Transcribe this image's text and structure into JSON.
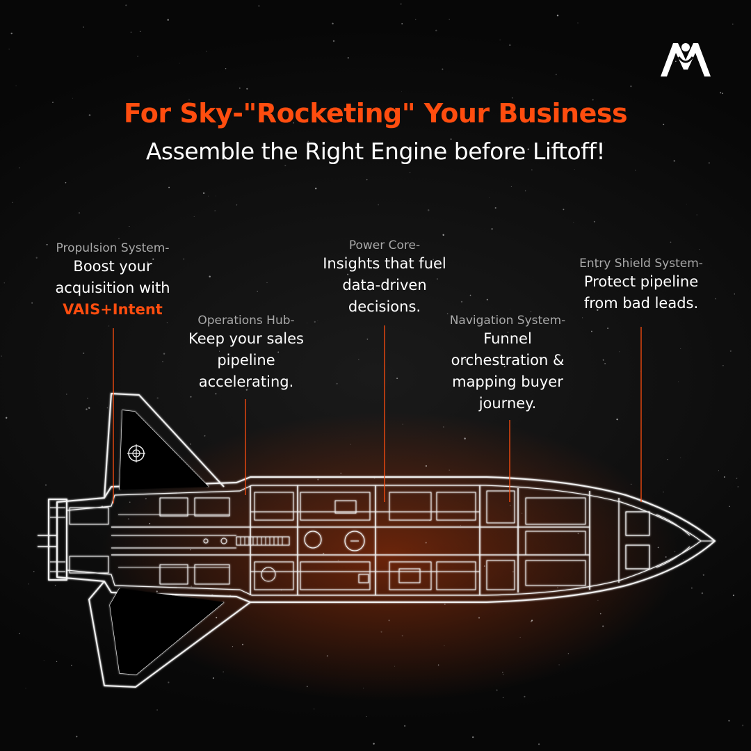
{
  "brand": {
    "logo_icon": "stylized-m-figure-logo",
    "color": "#ffffff"
  },
  "header": {
    "headline": "For Sky-\"Rocketing\" Your Business",
    "subline": "Assemble the Right Engine before Liftoff!"
  },
  "callouts": {
    "propulsion": {
      "caption": "Propulsion System-",
      "line1": "Boost your",
      "line2": "acquisition with",
      "highlight": "VAIS+Intent"
    },
    "operations": {
      "caption": "Operations Hub-",
      "line1": "Keep your sales",
      "line2": "pipeline",
      "line3": "accelerating."
    },
    "power": {
      "caption": "Power Core-",
      "line1": "Insights that fuel",
      "line2": "data-driven",
      "line3": "decisions."
    },
    "navigation": {
      "caption": "Navigation System-",
      "line1": "Funnel",
      "line2": "orchestration &",
      "line3": "mapping buyer",
      "line4": "journey."
    },
    "shield": {
      "caption": "Entry Shield System-",
      "line1": "Protect pipeline",
      "line2": "from bad leads."
    }
  },
  "colors": {
    "accent": "#ff4d0f",
    "background": "#0b0b0b",
    "text": "#ffffff",
    "caption": "#a9a9a9",
    "ship_outline": "#f2f2f2"
  }
}
